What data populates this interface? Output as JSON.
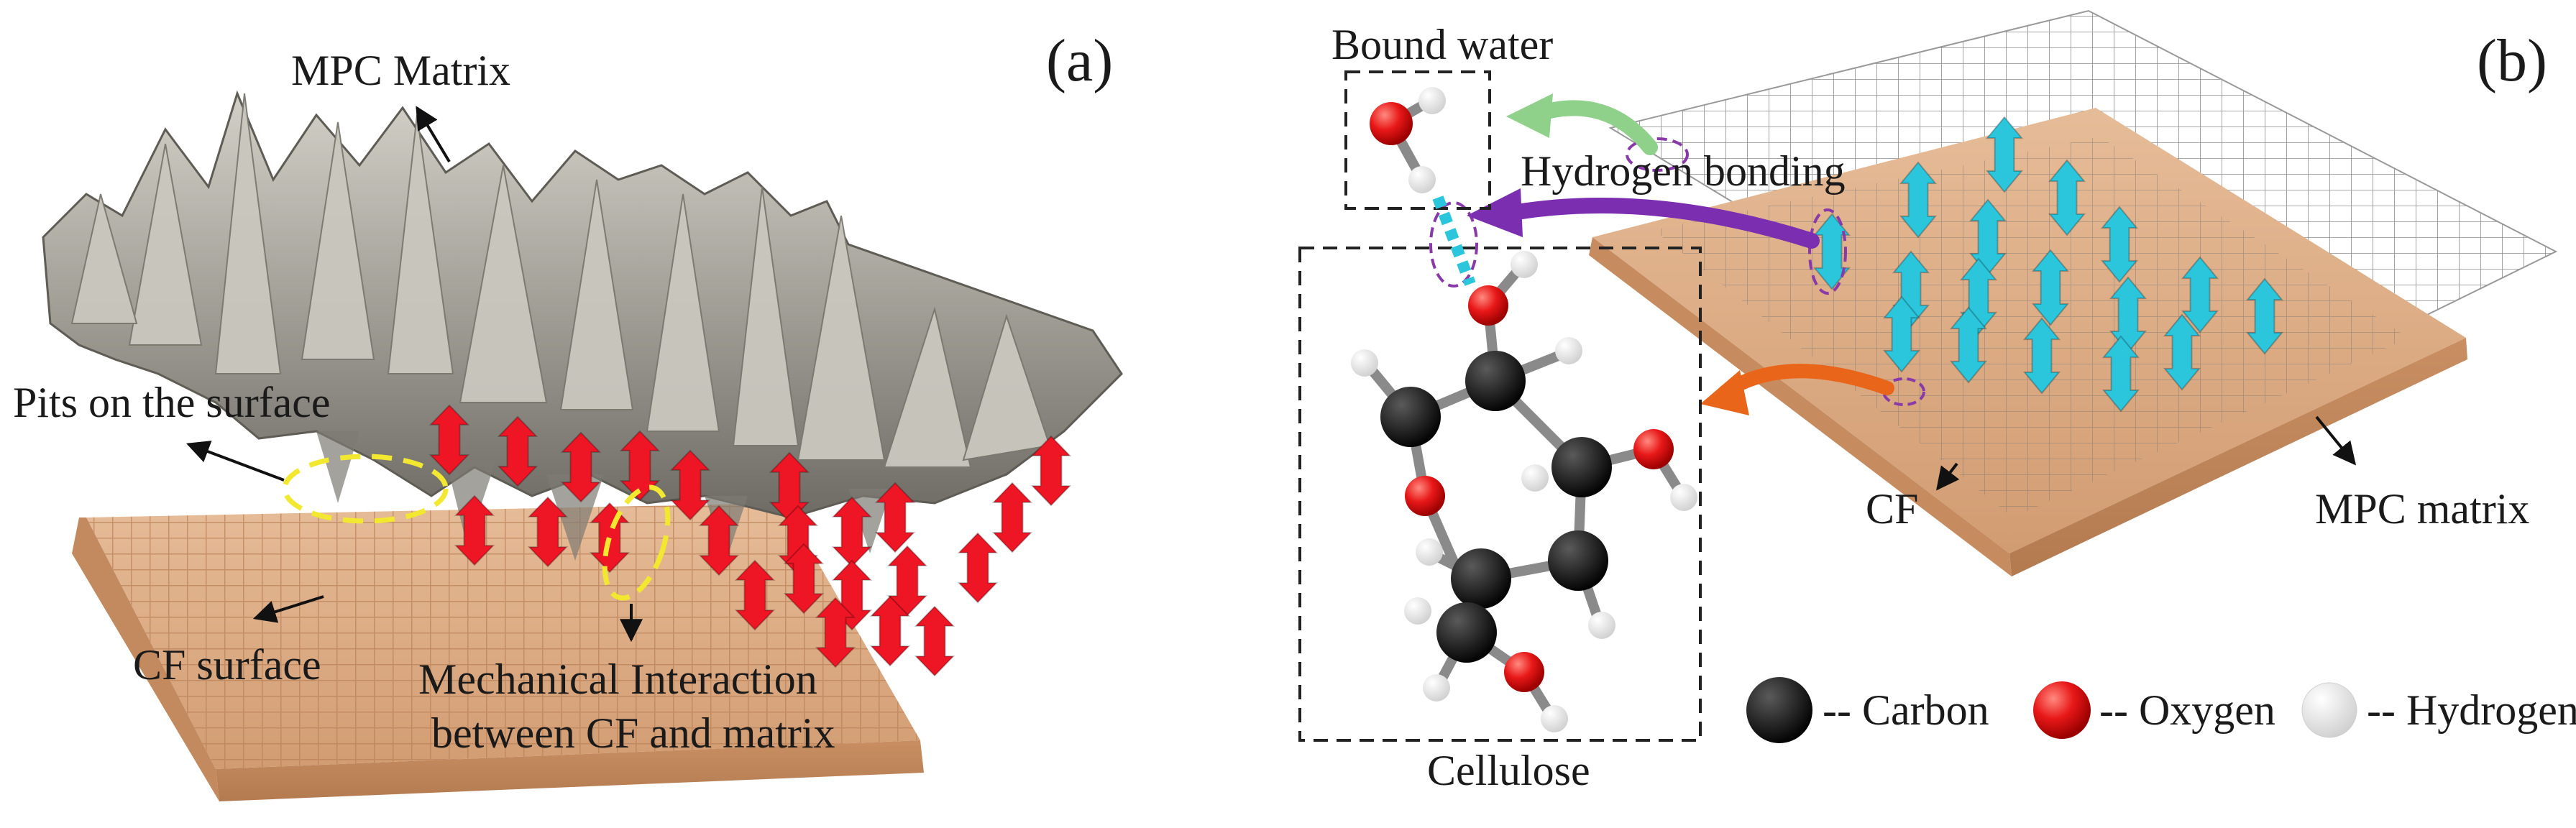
{
  "panel_a": {
    "panel_label": "(a)",
    "matrix_label": "MPC Matrix",
    "pits_label": "Pits on the surface",
    "cf_surface_label": "CF surface",
    "interaction_label_line1": "Mechanical Interaction",
    "interaction_label_line2": "between CF and matrix"
  },
  "panel_b": {
    "panel_label": "(b)",
    "bound_water_label": "Bound water",
    "hydrogen_bonding_label": "Hydrogen bonding",
    "cellulose_label": "Cellulose",
    "cf_label": "CF",
    "matrix_label": "MPC matrix",
    "legend": [
      {
        "name": "Carbon",
        "label": "-- Carbon",
        "color": "#111111"
      },
      {
        "name": "Oxygen",
        "label": "-- Oxygen",
        "color": "#e01010"
      },
      {
        "name": "Hydrogen",
        "label": "-- Hydrogen",
        "color": "#f4f4f4"
      }
    ]
  },
  "colors": {
    "matrix_gray": "#9c9a92",
    "cf_tan": "#d7a27a",
    "red_arrow": "#ee1525",
    "cyan_arrow": "#2cc6dc",
    "highlight_yellow": "#f2e830",
    "highlight_purple": "#8a3aa8",
    "arrow_green": "#8fd08a",
    "arrow_purple": "#7b2fb0",
    "arrow_orange": "#e8651a"
  }
}
